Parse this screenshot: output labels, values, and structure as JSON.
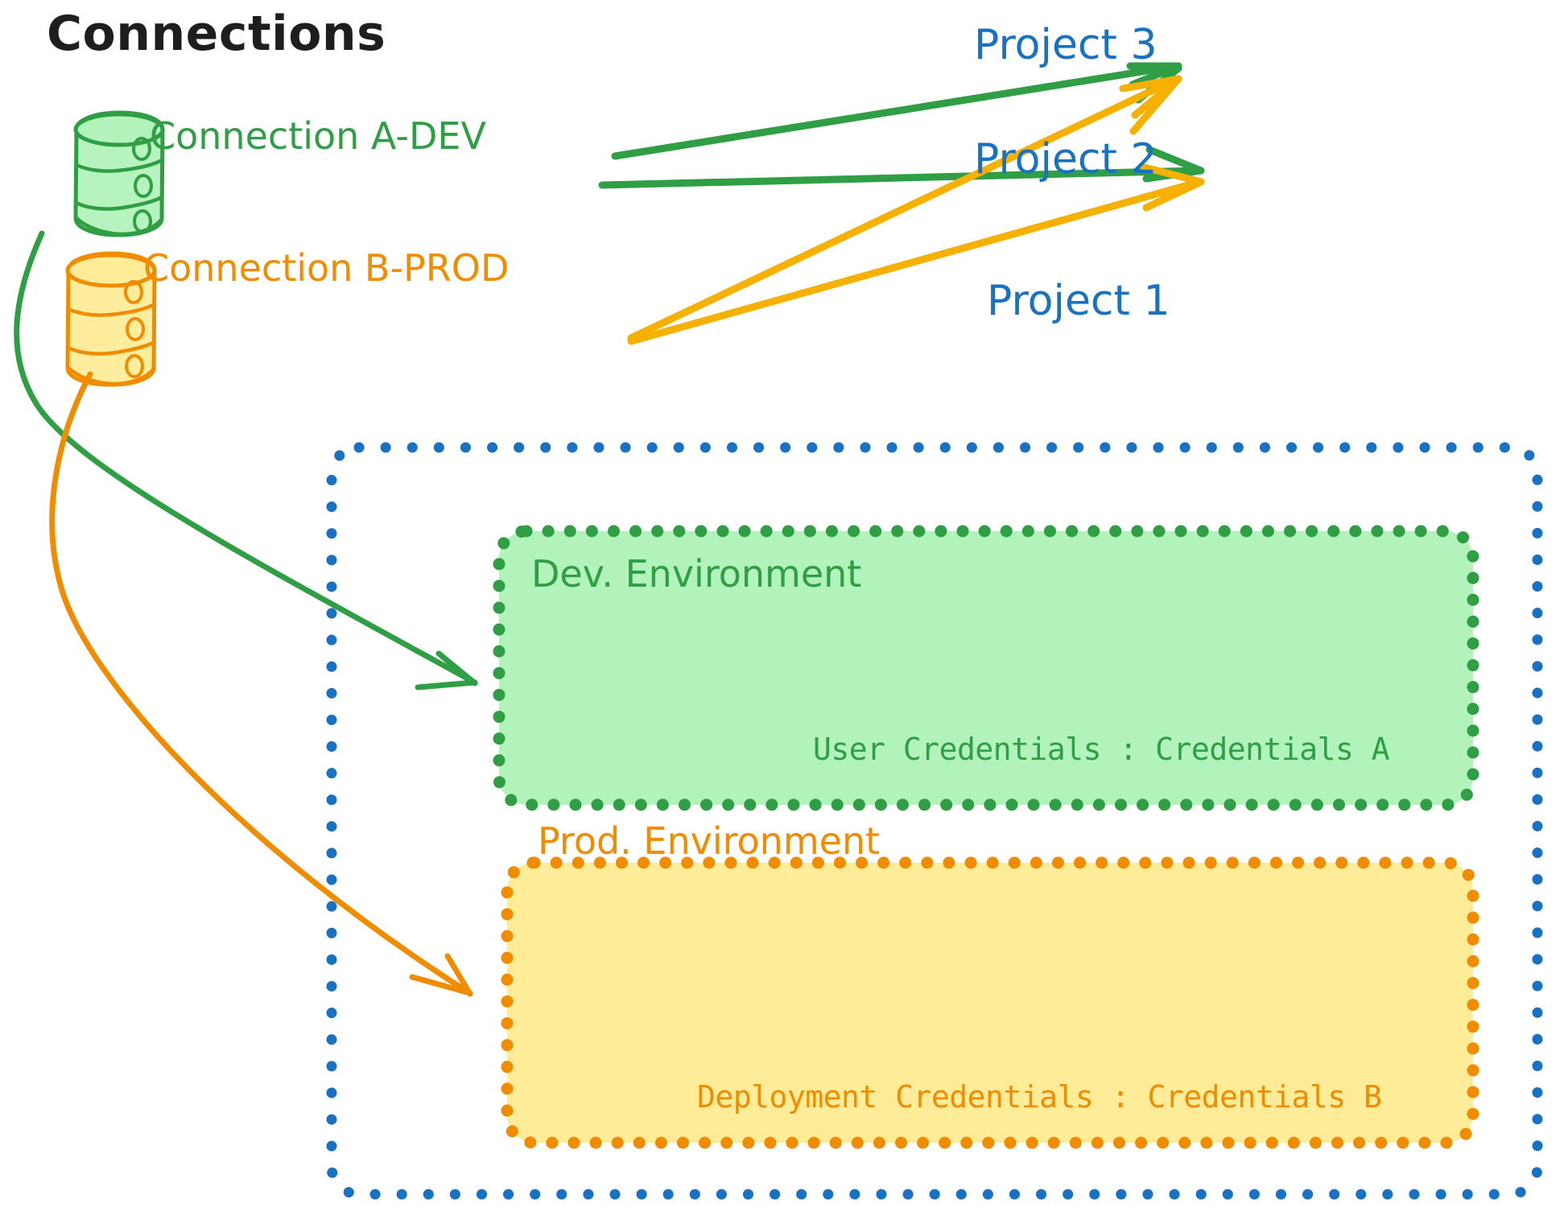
{
  "diagram": {
    "title": "Connections",
    "colors": {
      "green_stroke": "#2f9e44",
      "green_fill": "#b2f2bb",
      "orange_stroke": "#f08c00",
      "orange_fill": "#ffec99",
      "blue": "#1971c2",
      "text_dark": "#1e1e1e",
      "arrow_green": "#2f9e44",
      "arrow_orange": "#f5b000",
      "canvas": "#ffffff"
    }
  },
  "connections": [
    {
      "id": "connection-a-dev",
      "label": "Connection A-DEV",
      "color": "#2f9e44",
      "icon": "database-cylinder-icon",
      "targets": [
        "Project 3",
        "Project 2",
        "Dev. Environment"
      ]
    },
    {
      "id": "connection-b-prod",
      "label": "Connection B-PROD",
      "color": "#f08c00",
      "icon": "database-cylinder-icon",
      "targets": [
        "Project 3",
        "Project 2",
        "Prod. Environment"
      ]
    }
  ],
  "projects": [
    {
      "id": "project-3",
      "label": "Project 3",
      "color": "#1971c2"
    },
    {
      "id": "project-2",
      "label": "Project 2",
      "color": "#1971c2"
    },
    {
      "id": "project-1",
      "label": "Project 1",
      "color": "#1971c2"
    }
  ],
  "project_1_container": {
    "label": "Project 1",
    "border_style": "dotted",
    "border_color": "#1971c2",
    "environments": [
      {
        "id": "dev-environment",
        "title": "Dev. Environment",
        "credential_label": "User Credentials",
        "credential_separator": ":",
        "credential_value": "Credentials A",
        "credential_line": "User Credentials : Credentials A",
        "fill": "#b2f2bb",
        "border_color": "#2f9e44"
      },
      {
        "id": "prod-environment",
        "title": "Prod. Environment",
        "credential_label": "Deployment Credentials",
        "credential_separator": ":",
        "credential_value": "Credentials B",
        "credential_line": "Deployment Credentials : Credentials B",
        "fill": "#ffec99",
        "border_color": "#f08c00"
      }
    ]
  }
}
